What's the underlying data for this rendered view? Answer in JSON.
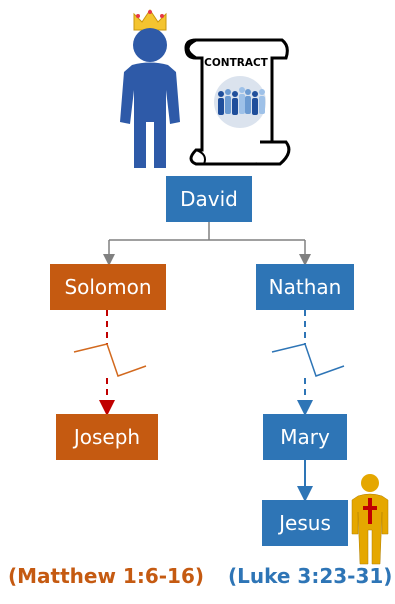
{
  "colors": {
    "blue": "#2e75b6",
    "orange": "#c55a11",
    "dashed_red": "#c00000",
    "connector_gray": "#808080",
    "crown_gold": "#f4c430",
    "gold_figure": "#e5a700"
  },
  "icons": [
    "crowned-king-icon",
    "contract-scroll-icon",
    "people-group-icon",
    "jesus-figure-icon"
  ],
  "scroll": {
    "title": "CONTRACT"
  },
  "nodes": {
    "david": "David",
    "solomon": "Solomon",
    "nathan": "Nathan",
    "joseph": "Joseph",
    "mary": "Mary",
    "jesus": "Jesus"
  },
  "references": {
    "left": "(Matthew 1:6-16)",
    "right": "(Luke 3:23-31)"
  }
}
